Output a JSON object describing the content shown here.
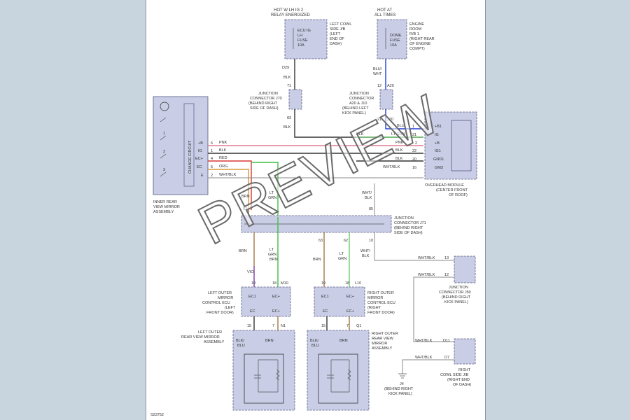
{
  "watermark": "PREVIEW",
  "figure_id": "S23752",
  "power": {
    "hot_w_ig2": "HOT W LH IG 2",
    "relay_energized": "RELAY ENERGIZED",
    "hot_at": "HOT AT",
    "all_times": "ALL TIMES"
  },
  "fuse1": {
    "lines": [
      "ECU IG",
      "LH",
      "FUSE",
      "10A"
    ],
    "loc": [
      "LEFT COWL",
      "SIDE J/B",
      "(LEFT",
      "END OF",
      "DASH)"
    ],
    "pin": "D29",
    "color": "BLK"
  },
  "fuse2": {
    "lines": [
      "DOME",
      "FUSE",
      "10A"
    ],
    "loc": [
      "ENGINE",
      "ROOM",
      "R/B 1",
      "(RIGHT REAR",
      "OF ENGINE",
      "COMPT)"
    ],
    "color1": "BLU/",
    "color2": "WHT"
  },
  "j70": {
    "label": [
      "JUNCTION",
      "CONNECTOR J70",
      "(BEHIND RIGHT",
      "SIDE OF DASH)"
    ],
    "pin_top": "71",
    "pin_bottom": "83",
    "color_top": "BLK",
    "color_bottom": "BLK"
  },
  "a20": {
    "label": [
      "JUNCTION",
      "CONNECTOR",
      "A20 & J10",
      "(BEHIND LEFT",
      "KICK PANEL)"
    ],
    "pin_top": "12",
    "conn_top": "A20",
    "pin_bottom": "21",
    "conn_bottom": "J10"
  },
  "mirror": {
    "pins": [
      {
        "name": "+B",
        "num": "6",
        "color": "PNK"
      },
      {
        "name": "IG",
        "num": "1",
        "color": "BLK"
      },
      {
        "name": "EC+",
        "num": "4",
        "color": "RED"
      },
      {
        "name": "EC",
        "num": "5",
        "color": "ORG"
      },
      {
        "name": "E",
        "num": "2",
        "color": "WHT/BLK"
      }
    ],
    "label": [
      "INNER REAR",
      "VIEW MIRROR",
      "ASSEMBLY"
    ],
    "vertical_text": "CHANGE CIRCUIT"
  },
  "overhead": {
    "pins": [
      {
        "name": "+B1",
        "num": "1",
        "color": "BLU"
      },
      {
        "name": "IG",
        "num": "21",
        "color": "LT GRN"
      },
      {
        "name": "+B",
        "num": "2",
        "color": "PNK"
      },
      {
        "name": "IG1",
        "num": "22",
        "color": "BLK"
      },
      {
        "name": "GND1",
        "num": "20",
        "color": "BLK"
      },
      {
        "name": "GND",
        "num": "16",
        "color": "WHT/BLK"
      }
    ],
    "top_color": "BLK",
    "label": [
      "OVERHEAD MODULE",
      "(CENTER FRONT",
      "OF ROOF)"
    ]
  },
  "j71": {
    "label": [
      "JUNCTION",
      "CONNECTOR J71",
      "(BEHIND RIGHT",
      "SIDE OF DASH)"
    ],
    "pins_top": [
      "83",
      "85"
    ],
    "pins_bottom": [
      "63",
      "62",
      "10"
    ],
    "colors_top": [
      "BRN",
      "LT",
      "GRN",
      "WHT/",
      "BLK"
    ],
    "colors_bottom": [
      "BRN",
      "LT",
      "GRN",
      "WHT/",
      "BLK",
      "BRN"
    ]
  },
  "j50": {
    "label": [
      "JUNCTION",
      "CONNECTOR J50",
      "(BEHIND RIGHT",
      "KICK PANEL)"
    ],
    "pin1": "13",
    "pin2": "12",
    "color": "WHT/BLK"
  },
  "left_ecu": {
    "label": [
      "LEFT OUTER",
      "MIRROR",
      "CONTROL ECU",
      "(LEFT",
      "FRONT DOOR)"
    ],
    "pins_top": [
      "19",
      "18"
    ],
    "conn": "M10",
    "terms_top": [
      "EC1",
      "EC+"
    ],
    "terms_bottom": [
      "EC",
      "EC+"
    ],
    "pins_bottom": [
      "15",
      "7"
    ],
    "conn_bottom": "N1",
    "wire_colors": [
      "VIO",
      "BRN",
      "LT",
      "GRN"
    ]
  },
  "right_ecu": {
    "label": [
      "RIGHT OUTER",
      "MIRROR",
      "CONTROL ECU",
      "(RIGHT",
      "FRONT DOOR)"
    ],
    "pins_top": [
      "19",
      "18"
    ],
    "conn": "L10",
    "terms_top": [
      "EC1",
      "EC+"
    ],
    "terms_bottom": [
      "EC",
      "EC+"
    ],
    "pins_bottom": [
      "15",
      "7"
    ],
    "conn_bottom": "Q1"
  },
  "left_mirror": {
    "label": [
      "LEFT OUTER",
      "REAR VIEW MIRROR",
      "ASSEMBLY"
    ],
    "colors": [
      "BLK/",
      "BLU",
      "BRN"
    ]
  },
  "right_mirror": {
    "label": [
      "RIGHT OUTER",
      "REAR VIEW",
      "MIRROR",
      "ASSEMBLY"
    ],
    "colors": [
      "BLK/",
      "BLU",
      "BRN"
    ]
  },
  "cowl": {
    "label": [
      "RIGHT",
      "COWL SIDE J/B",
      "(RIGHT END",
      "OF DASH)"
    ],
    "pin1": "D11",
    "pin2": "D7",
    "color": "WHT/BLK"
  },
  "ground": {
    "id": "J4",
    "label": [
      "(BEHIND RIGHT",
      "KICK PANEL)"
    ]
  }
}
